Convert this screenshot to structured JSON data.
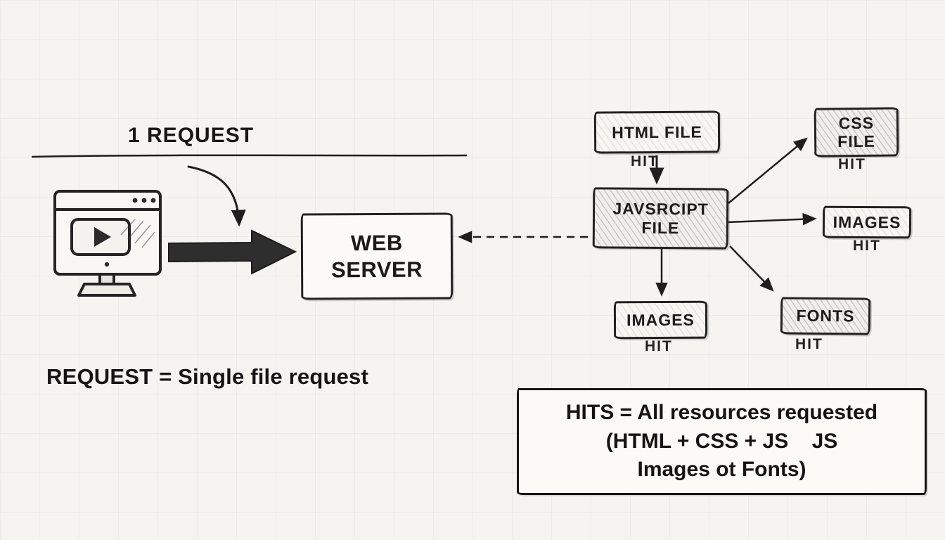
{
  "canvas": {
    "bg": "#f5f4f1",
    "ink": "#1e1e1e"
  },
  "request_section": {
    "title": "1 REQUEST",
    "caption": "REQUEST = Single file request"
  },
  "web_server": {
    "label": "WEB SERVER"
  },
  "flow": {
    "html_file": {
      "label": "HTML FILE",
      "hit": "HIT"
    },
    "js_file": {
      "label": "JAVSRCIPT FILE"
    },
    "css_file": {
      "label": "CSS FILE",
      "hit": "HIT"
    },
    "images_right": {
      "label": "IMAGES",
      "hit": "HIT"
    },
    "images_bottom": {
      "label": "IMAGES",
      "hit": "HIT"
    },
    "fonts": {
      "label": "FONTS",
      "hit": "HIT"
    }
  },
  "hits_note": {
    "line1": "HITS = All resources requested",
    "line2": "(HTML + CSS + JS    JS",
    "line3": "Images ot Fonts)"
  },
  "icons": {
    "monitor": "browser-monitor-icon",
    "block_arrow": "thick-right-arrow-icon",
    "curved_arrow": "curved-down-arrow-icon",
    "dashed_arrow": "dashed-left-arrow-icon",
    "flow_arrows": "flow-arrow-icon"
  }
}
